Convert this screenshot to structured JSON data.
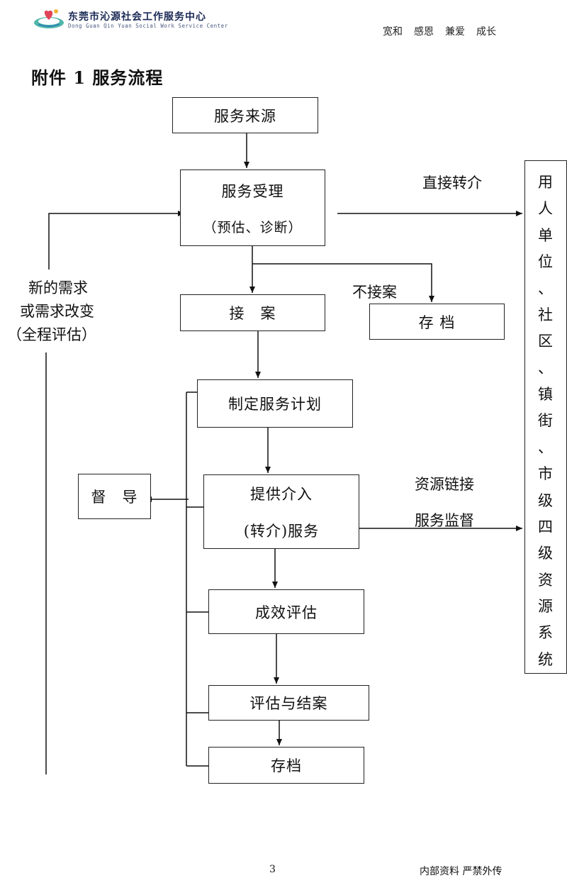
{
  "header": {
    "org_name_cn": "东莞市沁源社会工作服务中心",
    "org_name_en": "Dong Guan Qin Yuan Social Work Service Center",
    "motto": [
      "宽和",
      "感恩",
      "兼爱",
      "成长"
    ]
  },
  "title": "附件 1 服务流程",
  "flow": {
    "source": "服务来源",
    "accept_line1": "服务受理",
    "accept_line2": "（预估、诊断）",
    "intake": "接　案",
    "archive_reject": "存 档",
    "plan": "制定服务计划",
    "provide_line1": "提供介入",
    "provide_line2": "(转介)服务",
    "supervision": "督　导",
    "effect_eval": "成效评估",
    "close_case": "评估与结案",
    "archive_final": "存档"
  },
  "labels": {
    "direct_referral": "直接转介",
    "not_accept": "不接案",
    "new_need_line1": "新的需求",
    "new_need_line2": "或需求改变",
    "new_need_line3": "（全程评估）",
    "resource_link": "资源链接",
    "service_monitor": "服务监督"
  },
  "resource_system": [
    "用",
    "人",
    "单",
    "位",
    "、",
    "社",
    "区",
    "、",
    "镇",
    "街",
    "、",
    "市",
    "级",
    "四",
    "级",
    "资",
    "源",
    "系",
    "统"
  ],
  "footer": {
    "page_number": "3",
    "notice": "内部资料  严禁外传"
  }
}
